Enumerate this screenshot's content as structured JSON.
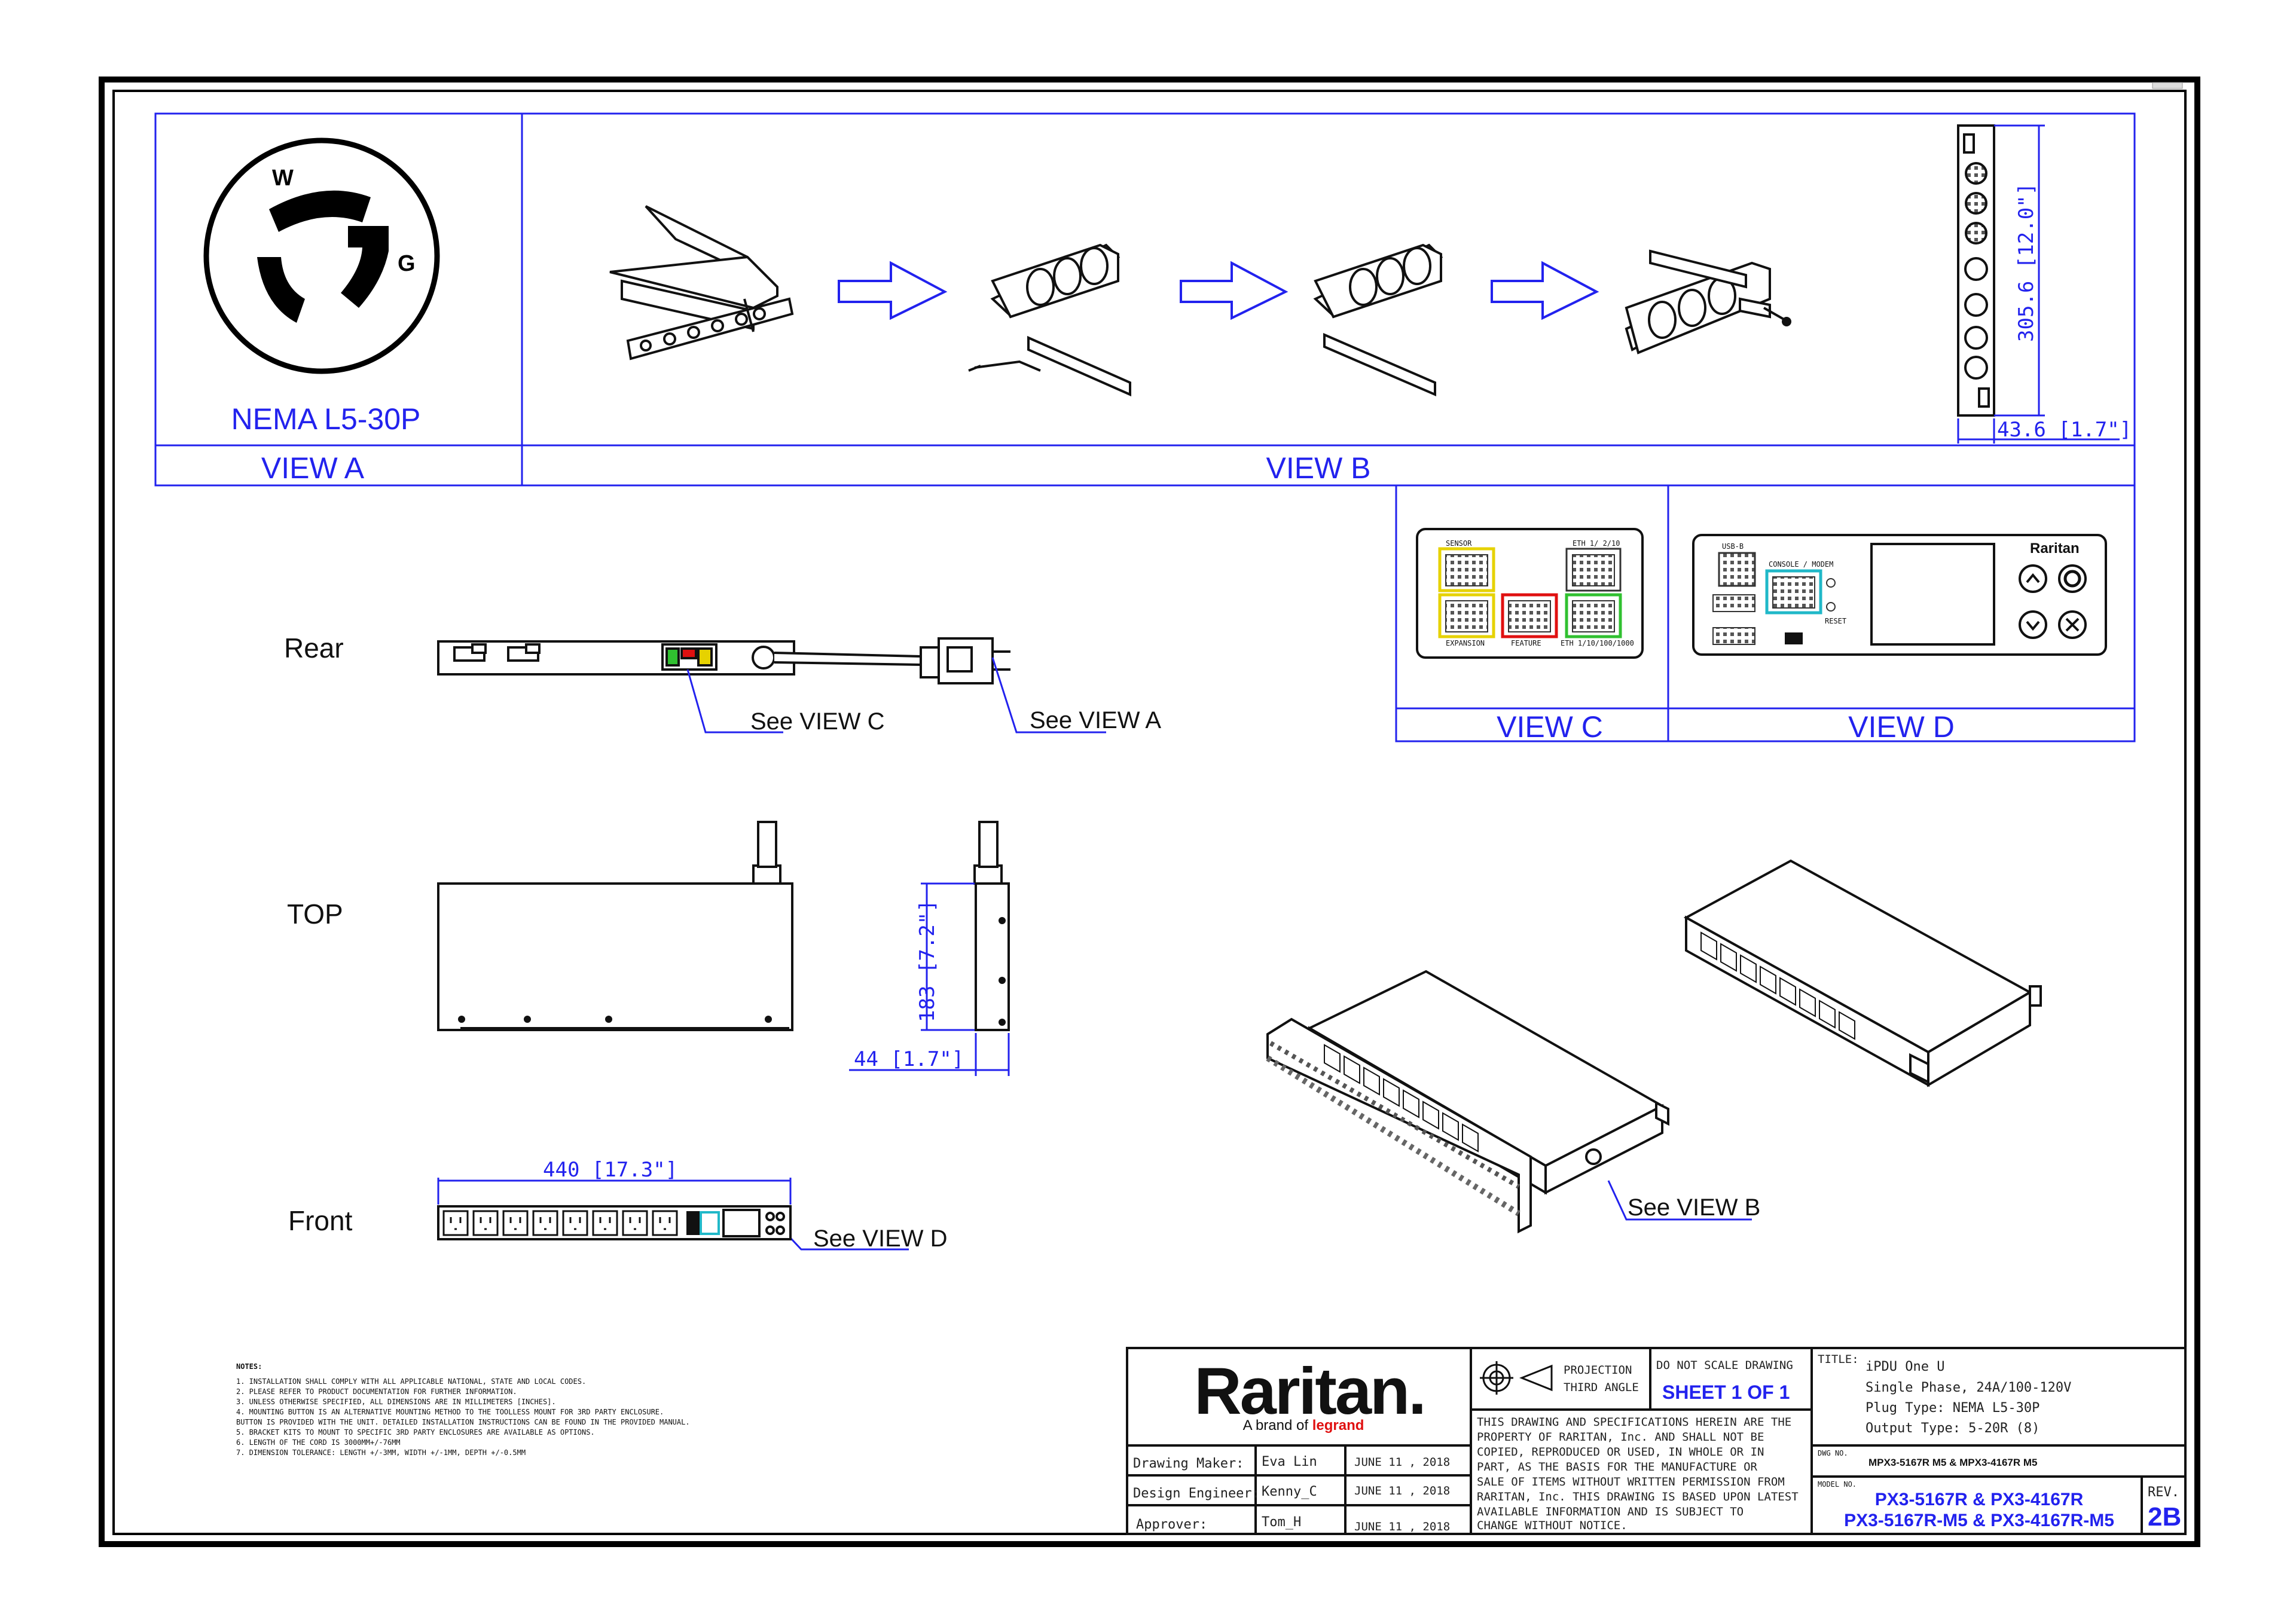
{
  "views": {
    "a": {
      "plug": "NEMA L5-30P",
      "label": "VIEW A",
      "pin_w": "W",
      "pin_g": "G"
    },
    "b": {
      "label": "VIEW B",
      "dim_h": "305.6 [12.0\"]",
      "dim_w": "43.6 [1.7\"]"
    },
    "c": {
      "label": "VIEW C",
      "ports": [
        "SENSOR",
        "ETH 1/ 2/10",
        "EXPANSION",
        "FEATURE",
        "ETH 1/10/100/1000"
      ]
    },
    "d": {
      "label": "VIEW D",
      "ports": [
        "USB-B",
        "CONSOLE / MODEM",
        "RESET"
      ],
      "brand": "Raritan"
    }
  },
  "rows": {
    "rear": "Rear",
    "top": "TOP",
    "front": "Front"
  },
  "callouts": {
    "c": "See VIEW C",
    "a": "See VIEW A",
    "d": "See VIEW D",
    "b": "See VIEW B"
  },
  "dims": {
    "side_h": "183 [7.2\"]",
    "side_w": "44 [1.7\"]",
    "front_w": "440 [17.3\"]"
  },
  "notes": {
    "title": "NOTES:",
    "items": [
      "1. INSTALLATION SHALL COMPLY WITH ALL APPLICABLE NATIONAL, STATE AND LOCAL CODES.",
      "2. PLEASE REFER TO PRODUCT DOCUMENTATION FOR FURTHER INFORMATION.",
      "3. UNLESS OTHERWISE SPECIFIED, ALL DIMENSIONS ARE IN MILLIMETERS [INCHES].",
      "4. MOUNTING BUTTON IS AN ALTERNATIVE MOUNTING METHOD TO THE TOOLLESS MOUNT FOR 3RD PARTY ENCLOSURE.",
      "   BUTTON IS PROVIDED WITH THE UNIT. DETAILED INSTALLATION INSTRUCTIONS CAN BE FOUND IN THE PROVIDED MANUAL.",
      "5. BRACKET KITS TO MOUNT TO SPECIFIC 3RD PARTY ENCLOSURES ARE AVAILABLE AS OPTIONS.",
      "6. LENGTH OF THE CORD IS 3000MM+/-76MM",
      "7. DIMENSION TOLERANCE: LENGTH +/-3MM, WIDTH +/-1MM, DEPTH +/-0.5MM"
    ]
  },
  "title_block": {
    "logo": "Raritan.",
    "tagline_pre": "A brand of",
    "tagline_brand": "legrand",
    "projection_1": "PROJECTION",
    "projection_2": "THIRD ANGLE",
    "no_scale": "DO NOT SCALE DRAWING",
    "sheet": "SHEET 1 OF 1",
    "disclaimer": [
      "THIS DRAWING AND SPECIFICATIONS HEREIN ARE THE",
      "PROPERTY OF RARITAN, Inc. AND SHALL NOT BE",
      "COPIED, REPRODUCED OR USED, IN WHOLE OR IN",
      "PART, AS THE BASIS FOR THE MANUFACTURE OR",
      "SALE OF ITEMS WITHOUT WRITTEN PERMISSION FROM",
      "RARITAN, Inc. THIS DRAWING IS BASED UPON LATEST",
      "AVAILABLE INFORMATION AND IS SUBJECT TO",
      "CHANGE WITHOUT NOTICE."
    ],
    "people": [
      {
        "role": "Drawing Maker:",
        "name": "Eva Lin",
        "date": "JUNE 11 , 2018"
      },
      {
        "role": "Design Engineer:",
        "name": "Kenny_C",
        "date": "JUNE 11 , 2018"
      },
      {
        "role": "Approver:",
        "name": "Tom_H",
        "date": "JUNE 11 , 2018"
      }
    ],
    "title_label": "TITLE:",
    "title_lines": [
      "iPDU One U",
      "Single Phase, 24A/100-120V",
      "Plug Type: NEMA L5-30P",
      "Output Type: 5-20R (8)"
    ],
    "dwg_label": "DWG NO.",
    "dwg_no": "MPX3-5167R M5 & MPX3-4167R M5",
    "model_label": "MODEL NO.",
    "model_1": "PX3-5167R & PX3-4167R",
    "model_2": "PX3-5167R-M5 & PX3-4167R-M5",
    "rev_label": "REV.",
    "rev": "2B"
  },
  "colors": {
    "accent": "#2222ee",
    "line": "#111111",
    "frame": "#000000"
  }
}
